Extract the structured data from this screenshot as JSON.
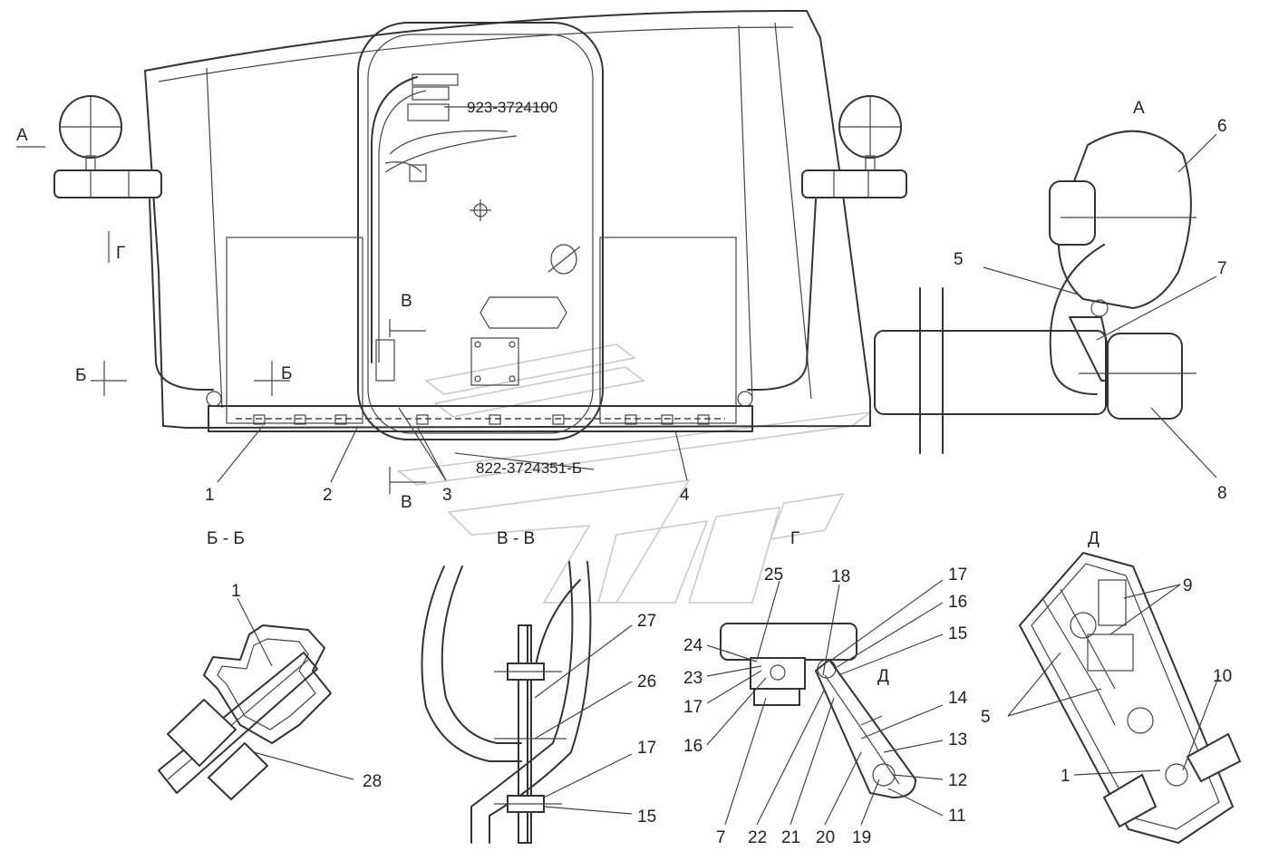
{
  "views": {
    "view_a": "А",
    "section_bb": "Б - Б",
    "section_vv": "В - В",
    "view_g": "Г",
    "view_d": "Д"
  },
  "markers": {
    "arrow_a": "А",
    "arrow_g": "Г",
    "cut_b_left": "Б",
    "cut_b_right": "Б",
    "cut_v_top": "В",
    "cut_v_bottom": "В",
    "arrow_d": "Д"
  },
  "part_numbers": {
    "harness_top": "923-3724100",
    "harness_bottom": "822-3724351-Б"
  },
  "callouts": {
    "c1_main": "1",
    "c2": "2",
    "c3": "3",
    "c4": "4",
    "c6": "6",
    "c5_a": "5",
    "c7_a": "7",
    "c8": "8",
    "c1_bb": "1",
    "c28": "28",
    "c27": "27",
    "c26": "26",
    "c17_vv": "17",
    "c15_vv": "15",
    "c25": "25",
    "c24": "24",
    "c23": "23",
    "c17_g_left": "17",
    "c16_g_left": "16",
    "c18": "18",
    "c17_g_right": "17",
    "c16_g_right": "16",
    "c15_g": "15",
    "c14": "14",
    "c13": "13",
    "c12": "12",
    "c11": "11",
    "c7_g": "7",
    "c22": "22",
    "c21": "21",
    "c20": "20",
    "c19": "19",
    "c9": "9",
    "c10": "10",
    "c5_d": "5",
    "c1_d": "1"
  }
}
